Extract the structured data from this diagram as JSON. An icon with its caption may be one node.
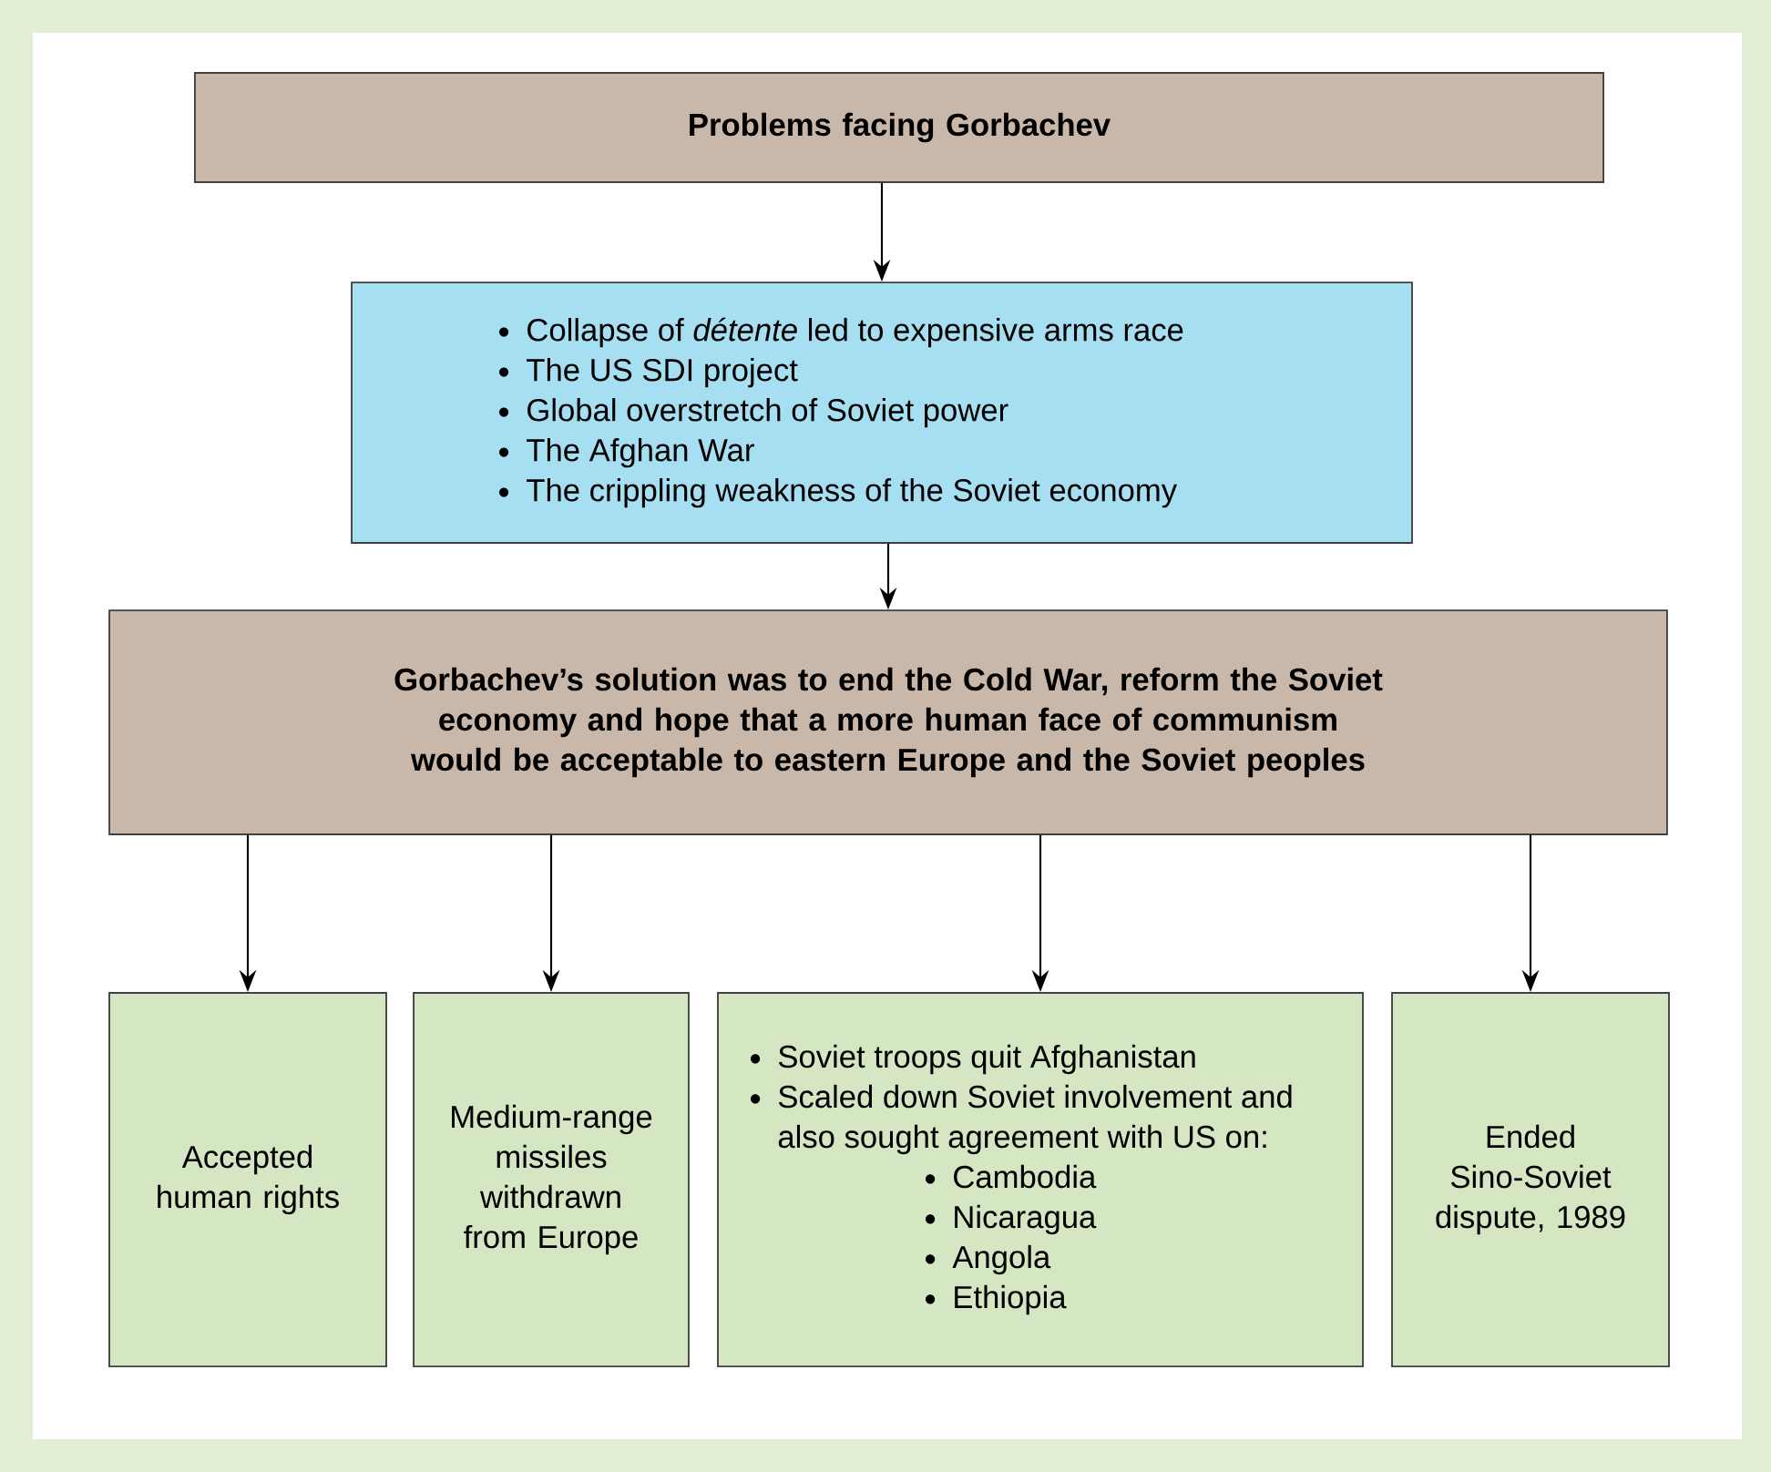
{
  "diagram": {
    "nodes": [
      {
        "text": [
          "Problems facing Gorbachev"
        ]
      },
      {
        "text": [
          "Collapse of *détente* led to expensive arms race",
          "The US SDI project",
          "Global overstretch of Soviet power",
          "The Afghan War",
          "The crippling weakness of the Soviet economy"
        ]
      },
      {
        "text": [
          "Gorbachev’s solution was to end the Cold War, reform the Soviet economy and hope that a more human face of communism would be acceptable to eastern Europe and the Soviet peoples"
        ]
      },
      {
        "text": [
          "Accepted human rights"
        ]
      },
      {
        "text": [
          "Medium-range missiles withdrawn from Europe"
        ]
      },
      {
        "text": [
          "Soviet troops quit Afghanistan",
          "Scaled down Soviet involvement and also sought agreement with US on:",
          "Cambodia",
          "Nicaragua",
          "Angola",
          "Ethiopia"
        ]
      },
      {
        "text": [
          "Ended Sino-Soviet dispute, 1989"
        ]
      }
    ],
    "edges": [
      {
        "from": 0,
        "to": 1,
        "arrow": "to"
      },
      {
        "from": 1,
        "to": 2,
        "arrow": "to"
      },
      {
        "from": 2,
        "to": 3,
        "arrow": "to"
      },
      {
        "from": 2,
        "to": 4,
        "arrow": "to"
      },
      {
        "from": 2,
        "to": 5,
        "arrow": "to"
      },
      {
        "from": 2,
        "to": 6,
        "arrow": "to"
      }
    ]
  }
}
